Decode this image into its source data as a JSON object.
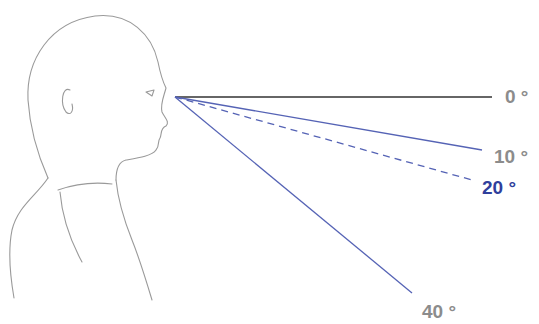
{
  "diagram": {
    "labels": [
      "0 °",
      "10 °",
      "20 °",
      "40 °"
    ]
  }
}
